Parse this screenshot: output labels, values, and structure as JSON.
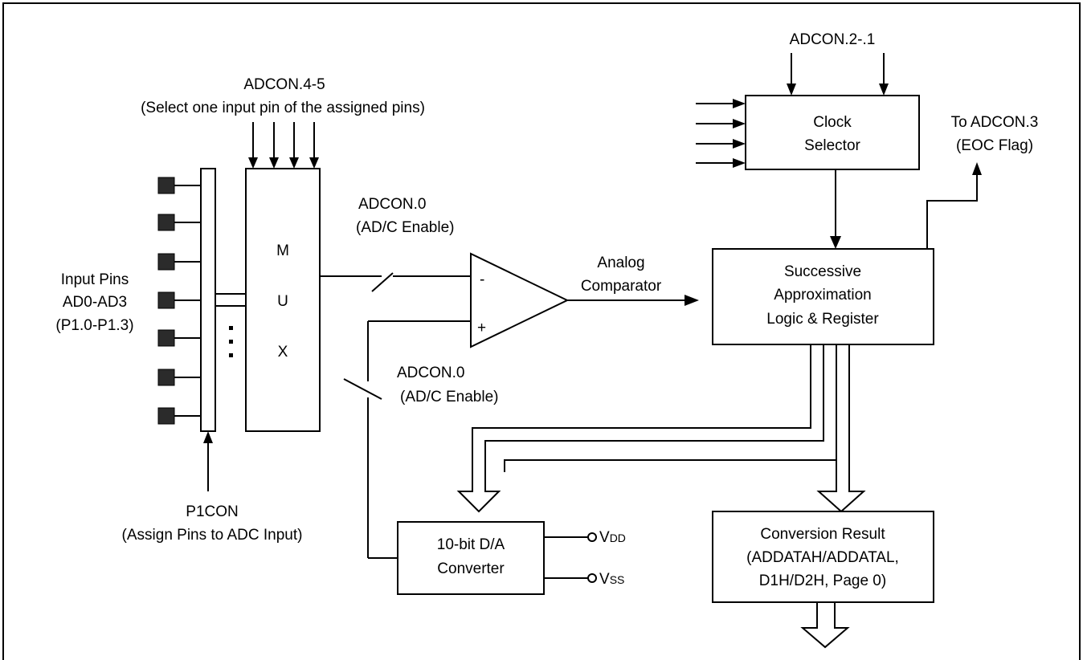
{
  "labels": {
    "adcon45_line1": "ADCON.4-5",
    "adcon45_line2": "(Select one input pin of the assigned pins)",
    "adcon21": "ADCON.2-.1",
    "clock_line1": "Clock",
    "clock_line2": "Selector",
    "eoc_line1": "To ADCON.3",
    "eoc_line2": "(EOC Flag)",
    "mux_m": "M",
    "mux_u": "U",
    "mux_x": "X",
    "adcon0_top_line1": "ADCON.0",
    "adcon0_top_line2": "(AD/C Enable)",
    "adcon0_bot_line1": "ADCON.0",
    "adcon0_bot_line2": "(AD/C Enable)",
    "minus": "-",
    "plus": "+",
    "analog_line1": "Analog",
    "analog_line2": "Comparator",
    "sar_line1": "Successive",
    "sar_line2": "Approximation",
    "sar_line3": "Logic & Register",
    "input_line1": "Input Pins",
    "input_line2": "AD0-AD3",
    "input_line3": "(P1.0-P1.3)",
    "p1con_line1": "P1CON",
    "p1con_line2": "(Assign Pins to ADC Input)",
    "dac_line1": "10-bit D/A",
    "dac_line2": "Converter",
    "vdd_main": "V",
    "vdd_sub": "DD",
    "vss_main": "V",
    "vss_sub": "SS",
    "result_line1": "Conversion Result",
    "result_line2": "(ADDATAH/ADDATAL,",
    "result_line3": "D1H/D2H, Page 0)"
  }
}
